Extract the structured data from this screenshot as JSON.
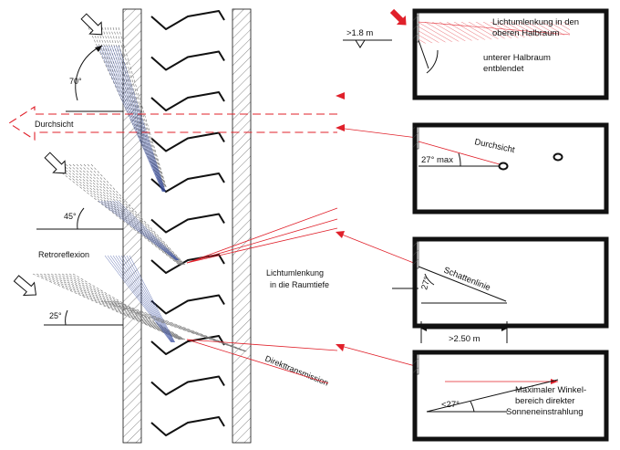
{
  "labels": {
    "angle_70": "70°",
    "angle_45": "45°",
    "angle_25": "25°",
    "durchsicht_left": "Durchsicht",
    "retroreflexion": "Retroreflexion",
    "lichtumlenkung_raumtiefe_1": "Lichtumlenkung",
    "lichtumlenkung_raumtiefe_2": "in die Raumtiefe",
    "direkttransmission": "Direkttransmission"
  },
  "rooms": [
    {
      "dimension": ">1.8 m",
      "text_lines": [
        "Lichtumlenkung in den",
        "oberen Halbraum"
      ],
      "text_lines_2": [
        "unterer Halbraum",
        "entblendet"
      ]
    },
    {
      "title": "Durchsicht",
      "angle": "27° max"
    },
    {
      "angle": "27°",
      "title": "Schattenlinie",
      "dimension": ">2.50 m"
    },
    {
      "angle": "<27°",
      "text_lines": [
        "Maximaler Winkel-",
        "bereich  direkter",
        "Sonneneinstrahlung"
      ]
    }
  ],
  "colors": {
    "accent_red": "#e0202a",
    "ray_blue": "#3a4fa0",
    "ink": "#111111"
  },
  "icons": [
    "sun-arrow-icon",
    "transmission-arrow-icon",
    "eye-icon"
  ]
}
